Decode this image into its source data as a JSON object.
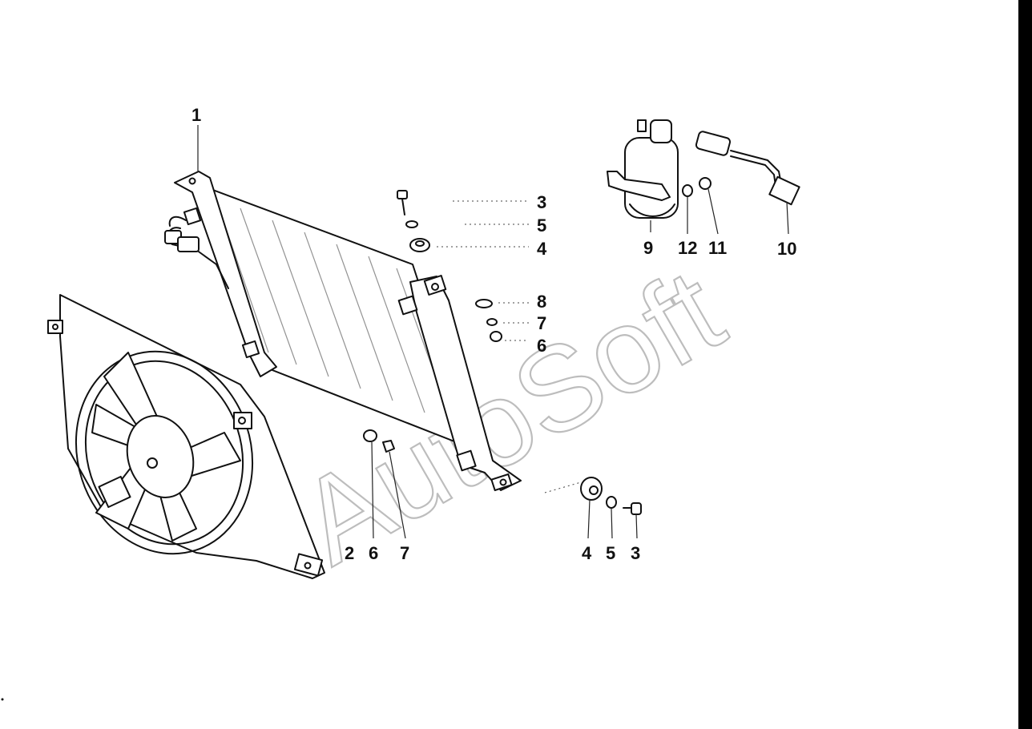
{
  "watermark": {
    "text": "AutoSoft"
  },
  "callouts": [
    {
      "id": "c-1",
      "label": "1"
    },
    {
      "id": "c-3a",
      "label": "3"
    },
    {
      "id": "c-5a",
      "label": "5"
    },
    {
      "id": "c-4a",
      "label": "4"
    },
    {
      "id": "c-8",
      "label": "8"
    },
    {
      "id": "c-7a",
      "label": "7"
    },
    {
      "id": "c-6a",
      "label": "6"
    },
    {
      "id": "c-9",
      "label": "9"
    },
    {
      "id": "c-12",
      "label": "12"
    },
    {
      "id": "c-11",
      "label": "11"
    },
    {
      "id": "c-10",
      "label": "10"
    },
    {
      "id": "c-2",
      "label": "2"
    },
    {
      "id": "c-6b",
      "label": "6"
    },
    {
      "id": "c-7b",
      "label": "7"
    },
    {
      "id": "c-4b",
      "label": "4"
    },
    {
      "id": "c-5b",
      "label": "5"
    },
    {
      "id": "c-3b",
      "label": "3"
    }
  ],
  "colors": {
    "line": "#111111",
    "watermark": "#bdbdbd",
    "background": "#ffffff"
  }
}
